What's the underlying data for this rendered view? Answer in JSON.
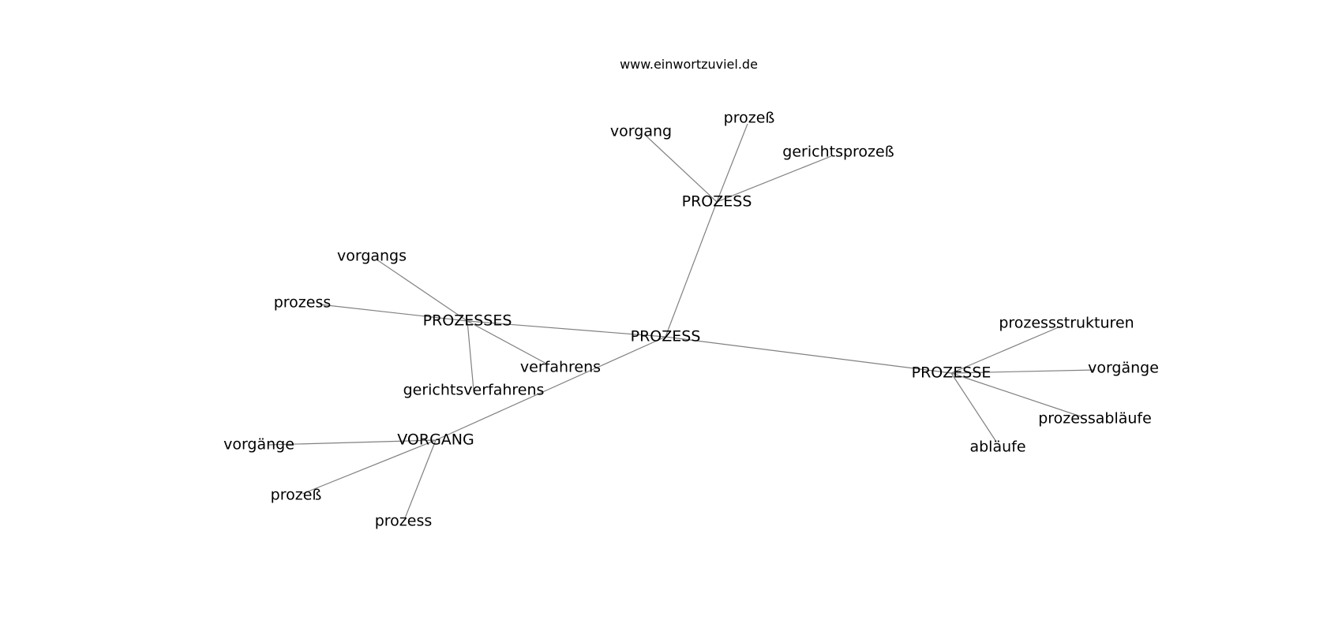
{
  "caption": "www.einwortzuviel.de",
  "edge_color": "#808080",
  "text_color": "#000000",
  "nodes": [
    {
      "id": "c-prozess",
      "label": "PROZESS"
    },
    {
      "id": "c-prozesses",
      "label": "PROZESSES"
    },
    {
      "id": "c-prozesse",
      "label": "PROZESSE"
    },
    {
      "id": "c-vorgang",
      "label": "VORGANG"
    },
    {
      "id": "c-prozess-top",
      "label": "PROZESS"
    },
    {
      "id": "n-vorgang",
      "label": "vorgang"
    },
    {
      "id": "n-prozess-eszett-top",
      "label": "prozeß"
    },
    {
      "id": "n-gerichtsprozess",
      "label": "gerichtsprozeß"
    },
    {
      "id": "n-vorgangs",
      "label": "vorgangs"
    },
    {
      "id": "n-prozess-left",
      "label": "prozess"
    },
    {
      "id": "n-verfahrens",
      "label": "verfahrens"
    },
    {
      "id": "n-gerichtsverfahrens",
      "label": "gerichtsverfahrens"
    },
    {
      "id": "n-vorgaenge-left",
      "label": "vorgänge"
    },
    {
      "id": "n-prozess-eszett-bottom",
      "label": "prozeß"
    },
    {
      "id": "n-prozess-bottom",
      "label": "prozess"
    },
    {
      "id": "n-prozessstrukturen",
      "label": "prozessstrukturen"
    },
    {
      "id": "n-vorgaenge-right",
      "label": "vorgänge"
    },
    {
      "id": "n-prozessablaeufe",
      "label": "prozessabläufe"
    },
    {
      "id": "n-ablaeufe",
      "label": "abläufe"
    }
  ],
  "edges": [
    [
      "c-prozess",
      "c-prozess-top"
    ],
    [
      "c-prozess",
      "c-prozesses"
    ],
    [
      "c-prozess",
      "c-prozesse"
    ],
    [
      "c-prozess",
      "c-vorgang"
    ],
    [
      "c-prozess-top",
      "n-vorgang"
    ],
    [
      "c-prozess-top",
      "n-prozess-eszett-top"
    ],
    [
      "c-prozess-top",
      "n-gerichtsprozess"
    ],
    [
      "c-prozesses",
      "n-vorgangs"
    ],
    [
      "c-prozesses",
      "n-prozess-left"
    ],
    [
      "c-prozesses",
      "n-verfahrens"
    ],
    [
      "c-prozesses",
      "n-gerichtsverfahrens"
    ],
    [
      "c-vorgang",
      "n-vorgaenge-left"
    ],
    [
      "c-vorgang",
      "n-prozess-eszett-bottom"
    ],
    [
      "c-vorgang",
      "n-prozess-bottom"
    ],
    [
      "c-prozesse",
      "n-prozessstrukturen"
    ],
    [
      "c-prozesse",
      "n-vorgaenge-right"
    ],
    [
      "c-prozesse",
      "n-prozessablaeufe"
    ],
    [
      "c-prozesse",
      "n-ablaeufe"
    ]
  ]
}
